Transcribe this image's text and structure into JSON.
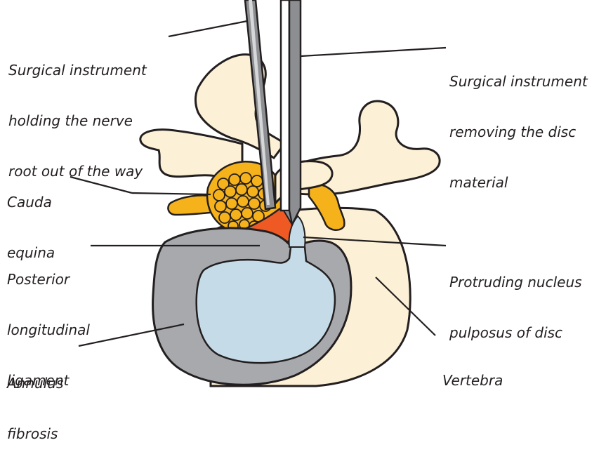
{
  "colors": {
    "bone": "#fcf1d6",
    "outline": "#231f20",
    "annulus": "#a7a9ac",
    "nucleus": "#c5dce8",
    "nerve": "#f6b21a",
    "ligament": "#ef5a24",
    "instrument": "#8c8e91",
    "instrument_highlight": "#d6d7d9"
  },
  "labels": {
    "instrument_left": [
      "Surgical instrument",
      "holding the nerve",
      "root out of the way"
    ],
    "instrument_right": [
      "Surgical instrument",
      "removing the disc",
      "material"
    ],
    "cauda_equina": [
      "Cauda",
      "equina"
    ],
    "posterior_ligament": [
      "Posterior",
      "longitudinal",
      "ligament"
    ],
    "nucleus_pulposus": [
      "Protruding nucleus",
      "pulposus of disc"
    ],
    "annulus": [
      "Annulus",
      "fibrosis"
    ],
    "vertebra": [
      "Vertebra"
    ]
  }
}
